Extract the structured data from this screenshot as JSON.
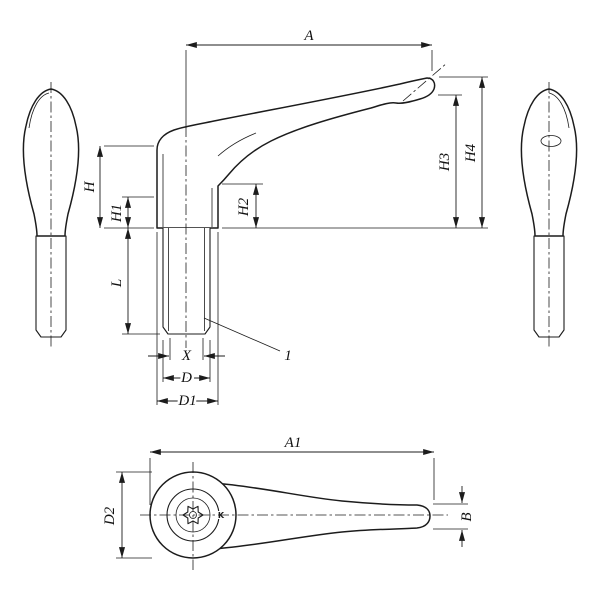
{
  "labels": {
    "a": "A",
    "h": "H",
    "h1": "H1",
    "h2": "H2",
    "h3": "H3",
    "h4": "H4",
    "l": "L",
    "x": "X",
    "d": "D",
    "d1": "D1",
    "leader_1": "1",
    "a1": "A1",
    "d2": "D2",
    "b": "B"
  },
  "logo_mark": "K",
  "colors": {
    "line": "#1c1c1c",
    "background": "#ffffff",
    "hatch": "#444444"
  }
}
